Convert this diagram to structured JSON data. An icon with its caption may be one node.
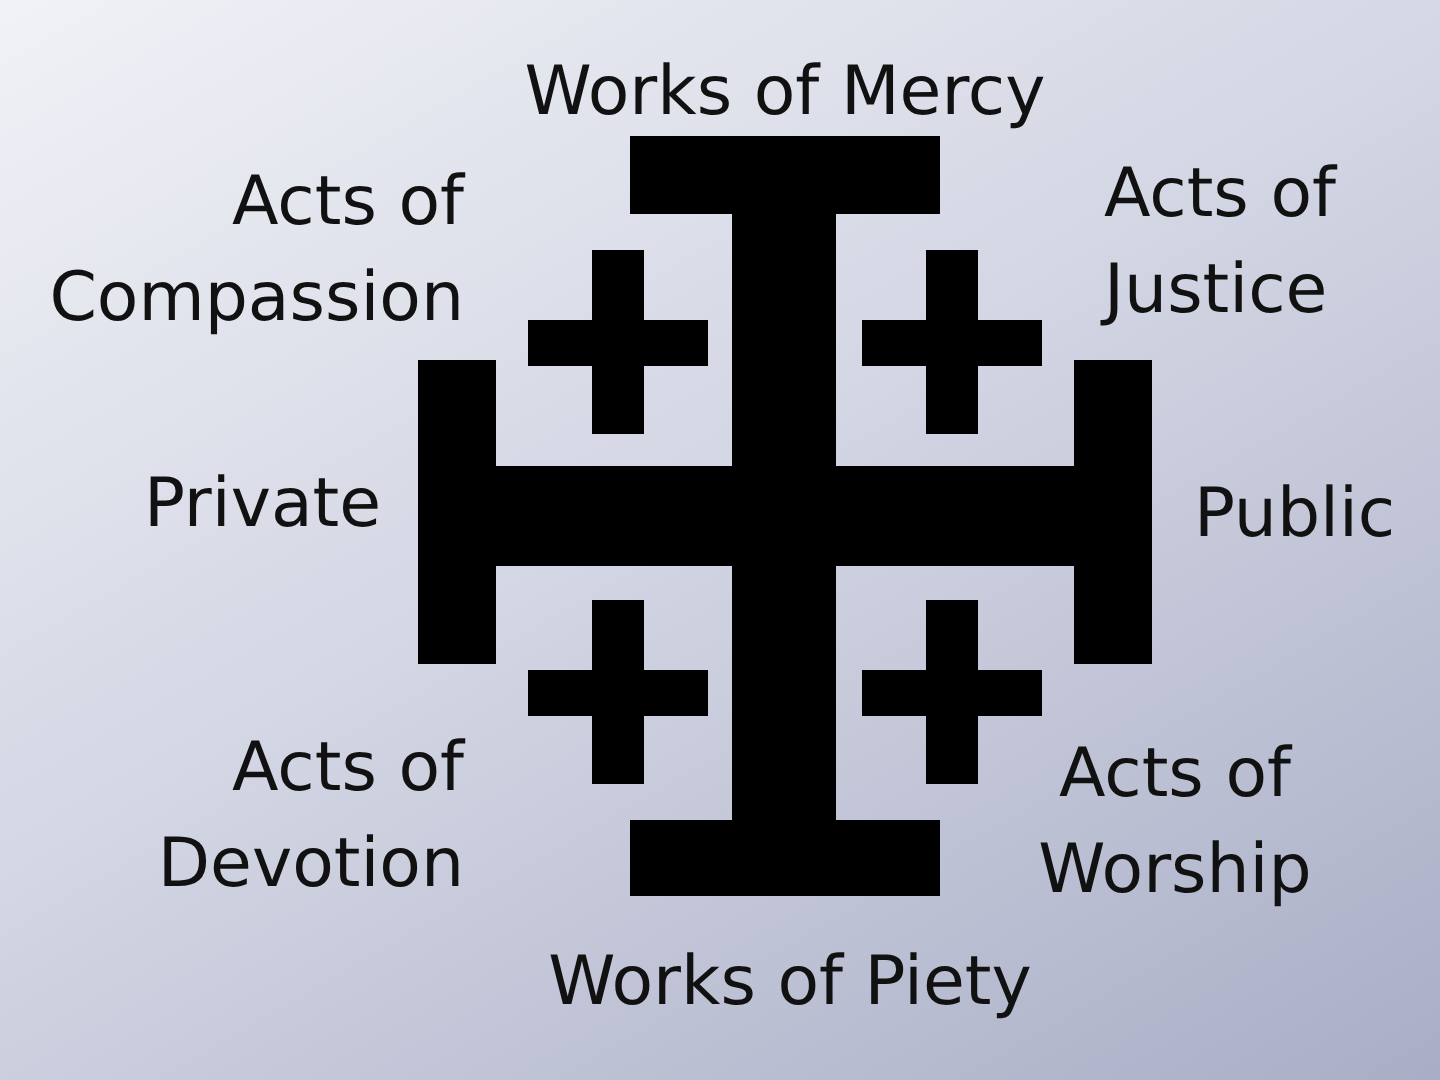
{
  "diagram": {
    "labels": [
      "Works of Mercy",
      "Acts of Compassion",
      "Acts of Justice",
      "Private",
      "Public",
      "Acts of Devotion",
      "Acts of Worship",
      "Works of Piety"
    ]
  }
}
